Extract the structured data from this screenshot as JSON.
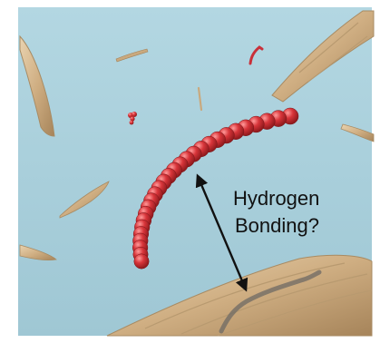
{
  "annotation": {
    "line1": "Hydrogen",
    "line2": "Bonding?"
  },
  "colors": {
    "background": "#a9cfdb",
    "bead": "#d8353a",
    "bead_dark": "#8f1a1d",
    "wood": "#d2b58e",
    "wood_dark": "#9e7d55",
    "arrow": "#111111"
  },
  "bead_chain": {
    "bead_count": 28
  }
}
